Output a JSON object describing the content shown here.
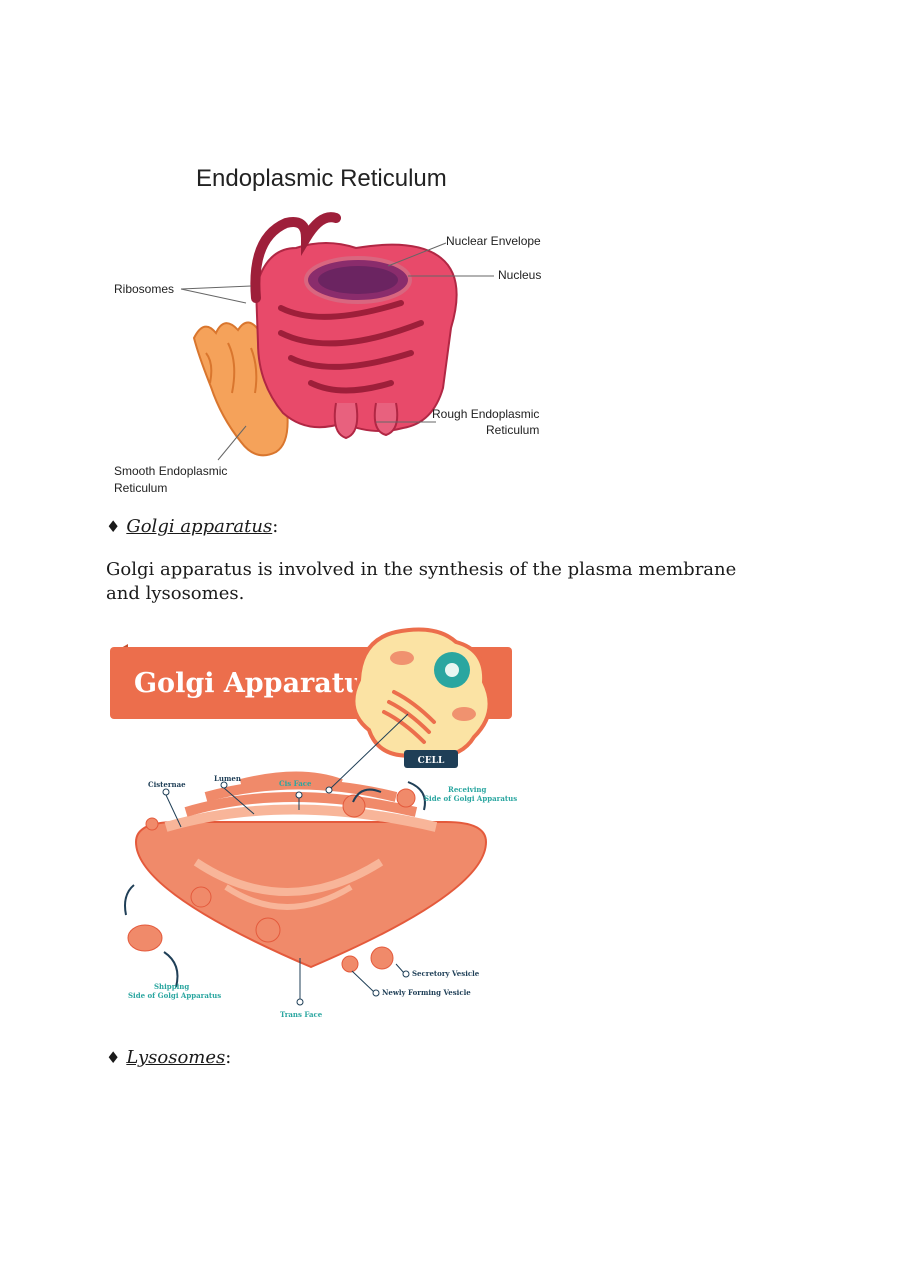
{
  "er_figure": {
    "title": "Endoplasmic Reticulum",
    "labels": {
      "nuclear_envelope": "Nuclear Envelope",
      "nucleus": "Nucleus",
      "ribosomes": "Ribosomes",
      "rough_er_line1": "Rough Endoplasmic",
      "rough_er_line2": "Reticulum",
      "smooth_er_line1": "Smooth Endoplasmic",
      "smooth_er_line2": "Reticulum"
    },
    "colors": {
      "rough_er": "#e84a6a",
      "smooth_er": "#f5a25a",
      "nucleus": "#6b2461"
    }
  },
  "golgi_heading": {
    "bullet": "♦",
    "term": "Golgi apparatus",
    "suffix": ":"
  },
  "golgi_paragraph": "Golgi apparatus is involved in the synthesis of the plasma membrane and lysosomes.",
  "golgi_figure": {
    "banner_title": "Golgi Apparatus",
    "cell_badge": "CELL",
    "labels": {
      "cisternae": "Cisternae",
      "lumen": "Lumen",
      "cis_face": "Cis Face",
      "receiving_line1": "Receiving",
      "receiving_line2": "Side of Golgi Apparatus",
      "shipping_line1": "Shipping",
      "shipping_line2": "Side of Golgi Apparatus",
      "trans_face": "Trans Face",
      "secretory_vesicle": "Secretory Vesicle",
      "newly_forming_vesicle": "Newly Forming Vesicle"
    },
    "colors": {
      "banner": "#ec6e4c",
      "golgi": "#f08a6a",
      "badge": "#1f3f57",
      "teal": "#2aa6a0"
    }
  },
  "lysosomes_heading": {
    "bullet": "♦",
    "term": "Lysosomes",
    "suffix": ":"
  }
}
